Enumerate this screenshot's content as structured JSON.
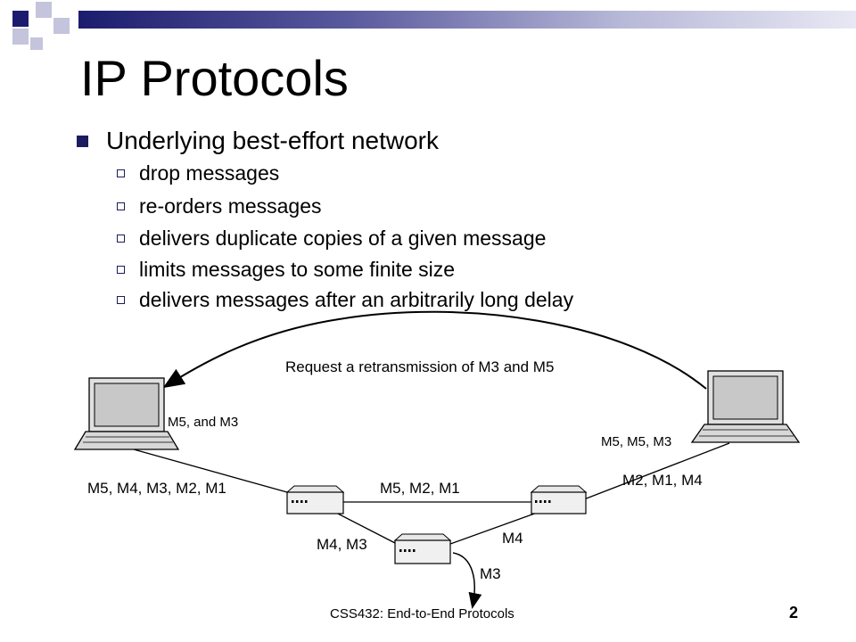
{
  "slide": {
    "title": "IP Protocols",
    "bullet": "Underlying best-effort network",
    "subbullets": [
      "drop messages",
      "re-orders messages",
      "delivers duplicate copies of a given message",
      "limits messages to some finite size",
      "delivers messages after an arbitrarily long delay"
    ],
    "accent_color": "#1c1c5e"
  },
  "diagram": {
    "request_label": "Request a retransmission of M3 and M5",
    "sender_received_label": "M5, and M3",
    "receiver_received_label": "M5, M5, M3",
    "link_sender_router1": "M5, M4, M3, M2, M1",
    "link_router1_router3": "M5, M2, M1",
    "link_router3_receiver": "M2, M1, M4",
    "link_router1_router2": "M4, M3",
    "link_router2_router3": "M4",
    "dropped_label": "M3"
  },
  "footer": {
    "course": "CSS432: End-to-End Protocols",
    "page_number": "2"
  }
}
